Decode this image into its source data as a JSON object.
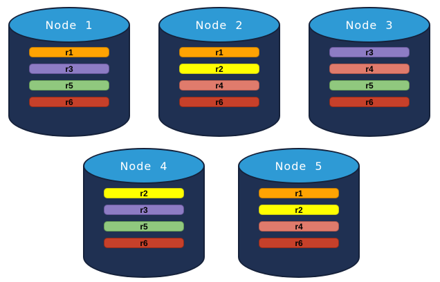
{
  "diagram": {
    "description": "Five database node cylinders showing replica placement",
    "background_color": "#FFFFFF",
    "node_body_color": "#1F3052",
    "node_outline_color": "#15213A",
    "node_top_color": "#2E9AD5",
    "node_title_color": "#FFFFFF",
    "replica_label_color": "#000000",
    "replica_styles": {
      "r1": {
        "fill": "#FFA302",
        "border": "#C07A06"
      },
      "r2": {
        "fill": "#FFFF00",
        "border": "#C9C914"
      },
      "r3": {
        "fill": "#8D7CC4",
        "border": "#675699"
      },
      "r4": {
        "fill": "#E07B6C",
        "border": "#AE584C"
      },
      "r5": {
        "fill": "#90C87E",
        "border": "#649855"
      },
      "r6": {
        "fill": "#C6402A",
        "border": "#8E2B1A"
      }
    },
    "nodes": [
      {
        "label": "Node  1",
        "replicas": [
          "r1",
          "r3",
          "r5",
          "r6"
        ]
      },
      {
        "label": "Node  2",
        "replicas": [
          "r1",
          "r2",
          "r4",
          "r6"
        ]
      },
      {
        "label": "Node  3",
        "replicas": [
          "r3",
          "r4",
          "r5",
          "r6"
        ]
      },
      {
        "label": "Node  4",
        "replicas": [
          "r2",
          "r3",
          "r5",
          "r6"
        ]
      },
      {
        "label": "Node  5",
        "replicas": [
          "r1",
          "r2",
          "r4",
          "r6"
        ]
      }
    ]
  }
}
